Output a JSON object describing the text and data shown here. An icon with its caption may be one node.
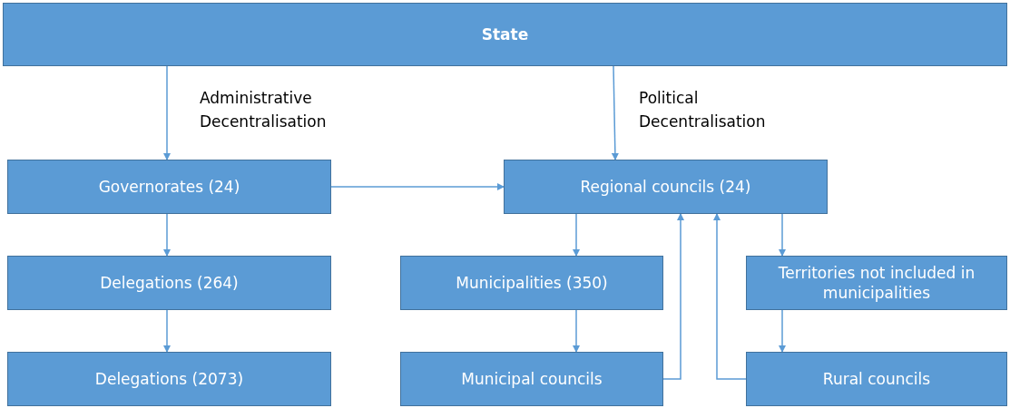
{
  "diagram": {
    "nodes": [
      {
        "text": [
          "State"
        ]
      },
      {
        "text": [
          "Governorates (24)"
        ]
      },
      {
        "text": [
          "Regional councils (24)"
        ]
      },
      {
        "text": [
          "Delegations (264)"
        ]
      },
      {
        "text": [
          "Municipalities (350)"
        ]
      },
      {
        "text": [
          "Territories not included in municipalities"
        ]
      },
      {
        "text": [
          "Delegations (2073)"
        ]
      },
      {
        "text": [
          "Municipal councils"
        ]
      },
      {
        "text": [
          "Rural councils"
        ]
      }
    ],
    "edges": [
      {
        "from": 0,
        "to": 1,
        "arrow": "to",
        "label": "Administrative Decentralisation"
      },
      {
        "from": 0,
        "to": 2,
        "arrow": "to",
        "label": "Political Decentralisation"
      },
      {
        "from": 1,
        "to": 2,
        "arrow": "to"
      },
      {
        "from": 1,
        "to": 3,
        "arrow": "to"
      },
      {
        "from": 3,
        "to": 6,
        "arrow": "to"
      },
      {
        "from": 2,
        "to": 4,
        "arrow": "to"
      },
      {
        "from": 2,
        "to": 5,
        "arrow": "to"
      },
      {
        "from": 4,
        "to": 7,
        "arrow": "to"
      },
      {
        "from": 5,
        "to": 8,
        "arrow": "to"
      },
      {
        "from": 7,
        "to": 2,
        "arrow": "to"
      },
      {
        "from": 8,
        "to": 2,
        "arrow": "to"
      }
    ]
  }
}
